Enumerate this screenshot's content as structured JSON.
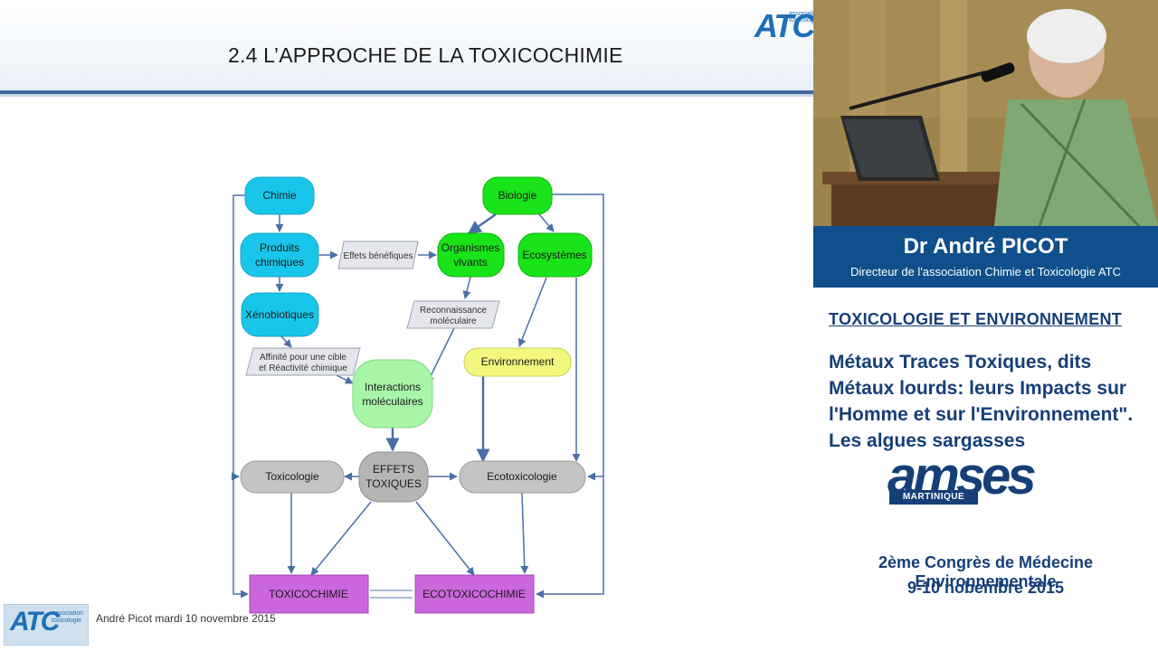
{
  "slide": {
    "title": "2.4 L’APPROCHE DE LA TOXICOCHIMIE",
    "footer": "André Picot mardi 10 novembre 2015",
    "logo_text": "ATC",
    "logo_small": "association toxicologie"
  },
  "diagram": {
    "nodes": {
      "chimie": "Chimie",
      "produits1": "Produits",
      "produits2": "chimiques",
      "xeno": "Xénobiotiques",
      "biologie": "Biologie",
      "organismes1": "Organismes",
      "organismes2": "vivants",
      "ecosystemes": "Ecosystèmes",
      "environnement": "Environnement",
      "interactions1": "Interactions",
      "interactions2": "moléculaires",
      "effets1": "EFFETS",
      "effets2": "TOXIQUES",
      "toxicologie": "Toxicologie",
      "ecotoxicologie": "Ecotoxicologie",
      "toxicochimie": "TOXICOCHIMIE",
      "ecotoxicochimie": "ECOTOXICOCHIMIE"
    },
    "notes": {
      "effets_benefiques": "Effets bénéfiques",
      "reconnaissance1": "Reconnaissance",
      "reconnaissance2": "moléculaire",
      "affinite1": "Affinité pour une cible",
      "affinite2": "et Réactivité chimique"
    },
    "colors": {
      "cyan": "#19c6ea",
      "green": "#19e319",
      "light_green": "#a8f5a8",
      "yellow": "#f2f77e",
      "gray": "#c4c4c4",
      "purple": "#cc66dd",
      "arrow": "#4a6fa8"
    }
  },
  "speaker": {
    "name": "Dr André PICOT",
    "role": "Directeur de l'association Chimie et Toxicologie ATC"
  },
  "topic": "TOXICOLOGIE ET ENVIRONNEMENT",
  "talk_title": "Métaux Traces Toxiques, dits Métaux lourds: leurs Impacts sur l'Homme et sur l'Environnement\". Les algues sargasses",
  "sponsor": {
    "word": "amses",
    "sub": "MARTINIQUE"
  },
  "congress": "2ème Congrès de Médecine Environnementale",
  "dates": "9-10 nobembre 2015"
}
